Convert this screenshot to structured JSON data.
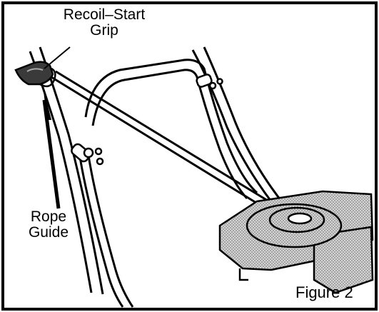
{
  "labels": {
    "recoil_start_line1": "Recoil–Start",
    "recoil_start_line2": "Grip",
    "rope_guide_line1": "Rope",
    "rope_guide_line2": "Guide",
    "figure_caption": "Figure 2"
  },
  "colors": {
    "ink": "#000000",
    "paper": "#ffffff",
    "engine_fill": "#bdbdbd"
  },
  "icons": [
    "recoil-start-grip-icon",
    "rope-guide-icon",
    "handle-knob-icon",
    "engine-housing-icon"
  ]
}
